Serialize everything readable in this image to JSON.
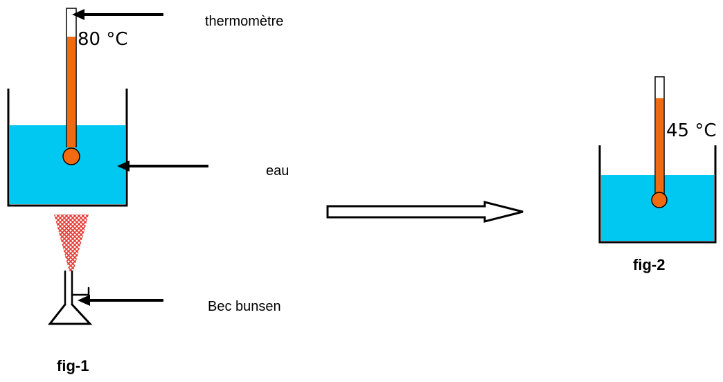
{
  "fig1": {
    "temperature": "80 °C",
    "caption": "fig-1",
    "labels": {
      "thermometer": "thermomètre",
      "water": "eau",
      "burner": "Bec bunsen"
    }
  },
  "fig2": {
    "temperature": "45 °C",
    "caption": "fig-2"
  },
  "colors": {
    "water": "#00c8f0",
    "mercury": "#f26a10",
    "flame": "#e5352f",
    "outline": "#000000"
  }
}
